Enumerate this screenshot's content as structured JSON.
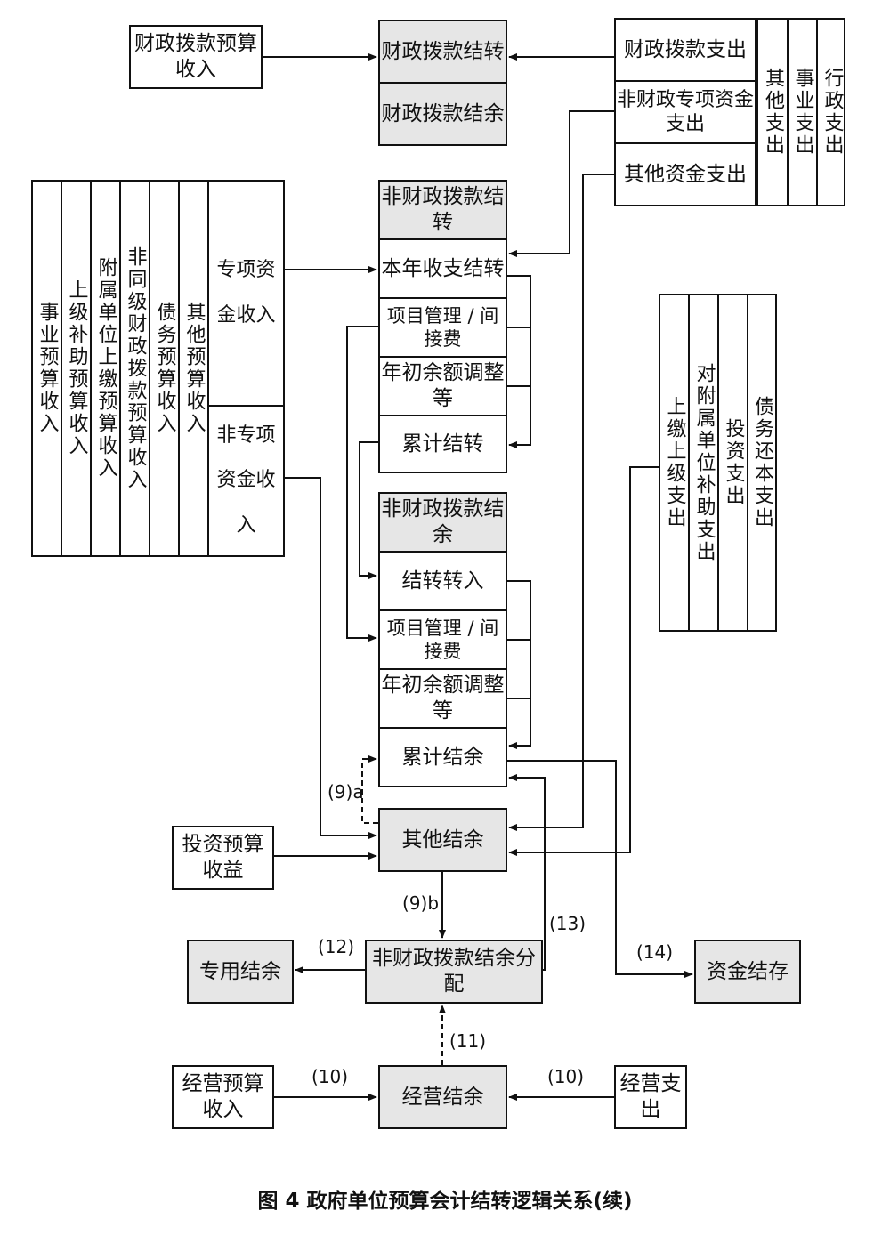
{
  "nodes": {
    "czbkysr": "财政拨款预算收入",
    "czbkjz": "财政拨款结转",
    "czbkjy": "财政拨款结余",
    "czbkzc": "财政拨款支出",
    "fczzxzjzc": "非财政专项资金支出",
    "qtzjzc": "其他资金支出",
    "qtzc": "其他支出",
    "syzc": "事业支出",
    "xzzc": "行政支出",
    "fczbkjz": "非财政拨款结转",
    "bnszjz": "本年收支结转",
    "xmgl1": "项目管理 / 间接费",
    "ncytz1": "年初余额调整等",
    "ljjz": "累计结转",
    "fczbkjy": "非财政拨款结余",
    "jzzr": "结转转入",
    "xmgl2": "项目管理 / 间接费",
    "ncytz2": "年初余额调整等",
    "ljjy": "累计结余",
    "qtjy": "其他结余",
    "zxzjsr": "专项资金收入",
    "fzxzjsr": "非专项资金收入",
    "syyssr": "事业预算收入",
    "sjbzyssr": "上级补助预算收入",
    "fsdwsjyssr": "附属单位上缴预算收入",
    "ftjczbkyssr": "非同级财政拨款预算收入",
    "zwyssr": "债务预算收入",
    "qtyssr": "其他预算收入",
    "sjsjzc": "上缴上级支出",
    "dfsdwbzzc": "对附属单位补助支出",
    "tzzc": "投资支出",
    "zwhbzc": "债务还本支出",
    "tzyssy": "投资预算收益",
    "zyjy": "专用结余",
    "fczbkjyfp": "非财政拨款结余分配",
    "zjjc": "资金结存",
    "jyyssr": "经营预算收入",
    "jyjy": "经营结余",
    "jyzc": "经营支出"
  },
  "labels": {
    "l9a": "(9)a",
    "l9b": "(9)b",
    "l12": "(12)",
    "l13": "(13)",
    "l14": "(14)",
    "l11": "(11)",
    "l10a": "(10)",
    "l10b": "(10)"
  },
  "caption": "图 4   政府单位预算会计结转逻辑关系(续)",
  "colors": {
    "line": "#111111",
    "box_fill": "#ffffff",
    "gray_fill": "#e6e6e6"
  }
}
